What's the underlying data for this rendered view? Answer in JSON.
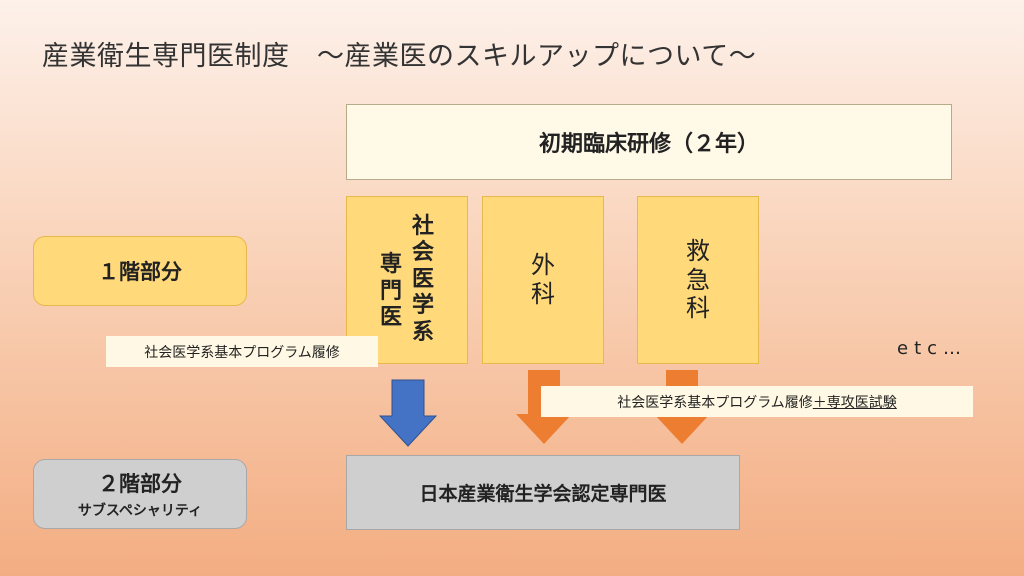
{
  "title": "産業衛生専門医制度　～産業医のスキルアップについて～",
  "initial_training": "初期臨床研修（２年）",
  "tier1_label": "１階部分",
  "tier2_label": "２階部分",
  "tier2_sub": "サブスペシャリティ",
  "social_medicine": {
    "col_right": [
      "社",
      "会",
      "医",
      "学",
      "系"
    ],
    "col_left": [
      "専",
      "門",
      "医"
    ]
  },
  "surgery": [
    "外",
    "科"
  ],
  "emergency": [
    "救",
    "急",
    "科"
  ],
  "note_basic": "社会医学系基本プログラム履修",
  "note_basic_plus": {
    "main": "社会医学系基本プログラム履修",
    "underlined": "＋専攻医試験"
  },
  "etc": "etc…",
  "certified": "日本産業衛生学会認定専門医",
  "colors": {
    "blue_arrow": "#4472c4",
    "orange_arrow": "#ed7d31"
  }
}
